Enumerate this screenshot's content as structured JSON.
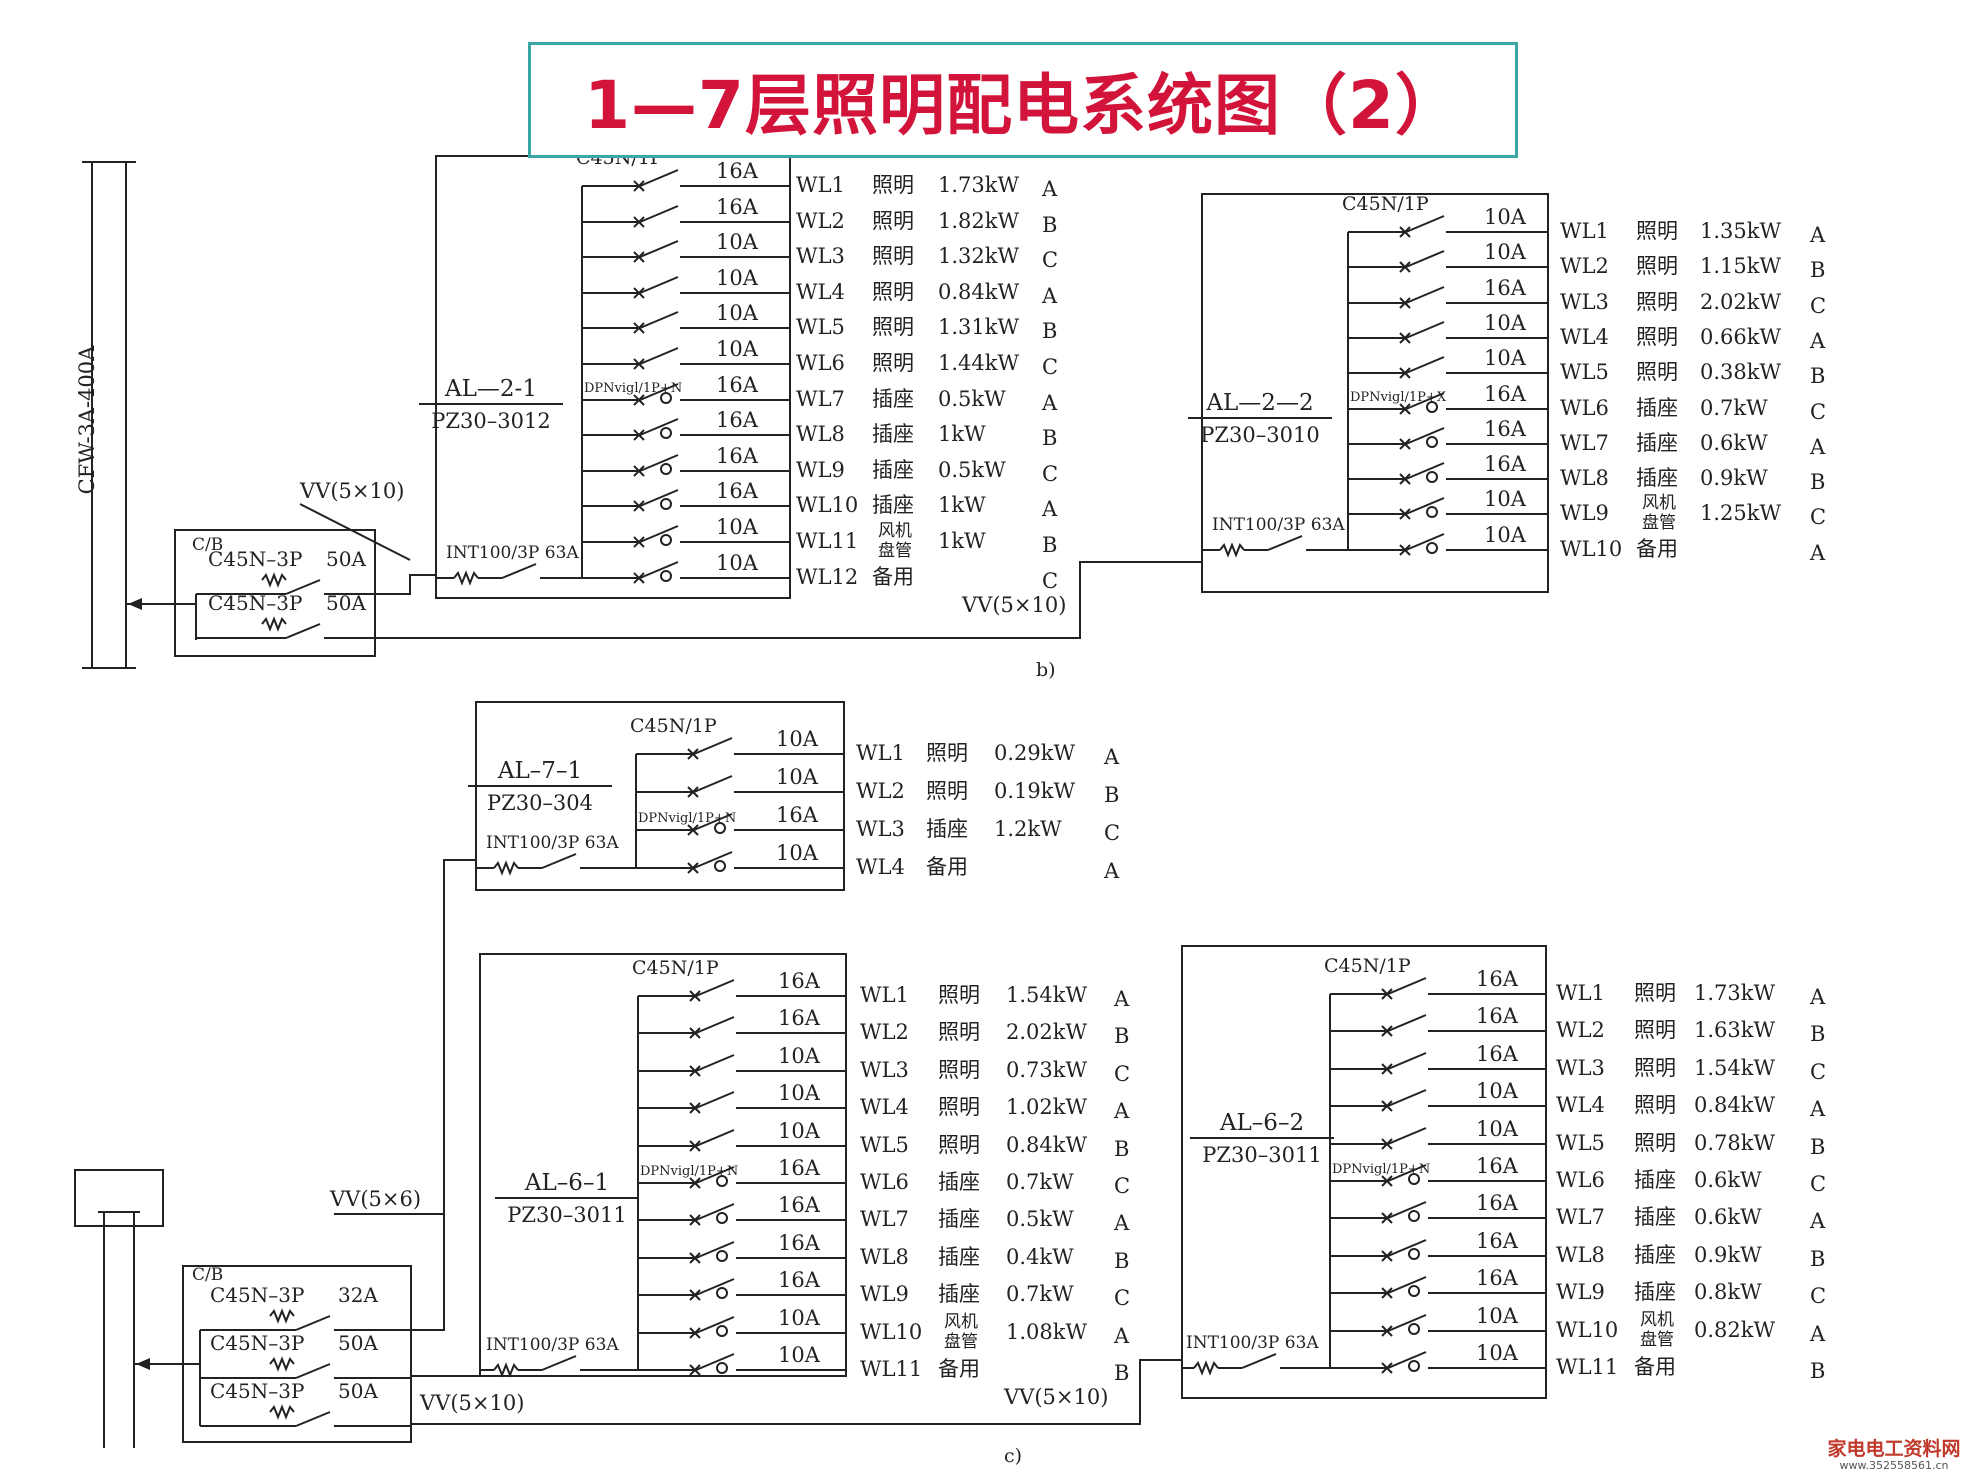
{
  "title": "1—7层照明配电系统图（2）",
  "riser_label": "CFW-3A-400A",
  "fig_b_label": "b)",
  "fig_c_label": "c)",
  "watermark": {
    "line1": "家电电工资料网",
    "line2": "www.352558561.cn"
  },
  "cb_label": "C/B",
  "main_breaker": "INT100/3P 63A",
  "c45n_1p": "C45N/1P",
  "dpn": "DPNvigl/1P+N",
  "dpn_b2": "DPNvigl/1P+X",
  "panels": [
    {
      "id": "AL-2-1",
      "name": "AL—2-1",
      "model": "PZ30–3012",
      "circuits": [
        {
          "rating": "16A",
          "wl": "WL1",
          "type": "照明",
          "load": "1.73kW",
          "phase": "A"
        },
        {
          "rating": "16A",
          "wl": "WL2",
          "type": "照明",
          "load": "1.82kW",
          "phase": "B"
        },
        {
          "rating": "10A",
          "wl": "WL3",
          "type": "照明",
          "load": "1.32kW",
          "phase": "C"
        },
        {
          "rating": "10A",
          "wl": "WL4",
          "type": "照明",
          "load": "0.84kW",
          "phase": "A"
        },
        {
          "rating": "10A",
          "wl": "WL5",
          "type": "照明",
          "load": "1.31kW",
          "phase": "B"
        },
        {
          "rating": "10A",
          "wl": "WL6",
          "type": "照明",
          "load": "1.44kW",
          "phase": "C"
        },
        {
          "rating": "16A",
          "wl": "WL7",
          "type": "插座",
          "load": "0.5kW",
          "phase": "A"
        },
        {
          "rating": "16A",
          "wl": "WL8",
          "type": "插座",
          "load": "1kW",
          "phase": "B"
        },
        {
          "rating": "16A",
          "wl": "WL9",
          "type": "插座",
          "load": "0.5kW",
          "phase": "C"
        },
        {
          "rating": "16A",
          "wl": "WL10",
          "type": "插座",
          "load": "1kW",
          "phase": "A"
        },
        {
          "rating": "10A",
          "wl": "WL11",
          "type": "风机盘管",
          "load": "1kW",
          "phase": "B"
        },
        {
          "rating": "10A",
          "wl": "WL12",
          "type": "备用",
          "load": "",
          "phase": "C"
        }
      ]
    },
    {
      "id": "AL-2-2",
      "name": "AL—2—2",
      "model": "PZ30–3010",
      "circuits": [
        {
          "rating": "10A",
          "wl": "WL1",
          "type": "照明",
          "load": "1.35kW",
          "phase": "A"
        },
        {
          "rating": "10A",
          "wl": "WL2",
          "type": "照明",
          "load": "1.15kW",
          "phase": "B"
        },
        {
          "rating": "16A",
          "wl": "WL3",
          "type": "照明",
          "load": "2.02kW",
          "phase": "C"
        },
        {
          "rating": "10A",
          "wl": "WL4",
          "type": "照明",
          "load": "0.66kW",
          "phase": "A"
        },
        {
          "rating": "10A",
          "wl": "WL5",
          "type": "照明",
          "load": "0.38kW",
          "phase": "B"
        },
        {
          "rating": "16A",
          "wl": "WL6",
          "type": "插座",
          "load": "0.7kW",
          "phase": "C"
        },
        {
          "rating": "16A",
          "wl": "WL7",
          "type": "插座",
          "load": "0.6kW",
          "phase": "A"
        },
        {
          "rating": "16A",
          "wl": "WL8",
          "type": "插座",
          "load": "0.9kW",
          "phase": "B"
        },
        {
          "rating": "10A",
          "wl": "WL9",
          "type": "风机盘管",
          "load": "1.25kW",
          "phase": "C"
        },
        {
          "rating": "10A",
          "wl": "WL10",
          "type": "备用",
          "load": "",
          "phase": "A"
        }
      ]
    },
    {
      "id": "AL-7-1",
      "name": "AL–7–1",
      "model": "PZ30–304",
      "circuits": [
        {
          "rating": "10A",
          "wl": "WL1",
          "type": "照明",
          "load": "0.29kW",
          "phase": "A"
        },
        {
          "rating": "10A",
          "wl": "WL2",
          "type": "照明",
          "load": "0.19kW",
          "phase": "B"
        },
        {
          "rating": "16A",
          "wl": "WL3",
          "type": "插座",
          "load": "1.2kW",
          "phase": "C"
        },
        {
          "rating": "10A",
          "wl": "WL4",
          "type": "备用",
          "load": "",
          "phase": "A"
        }
      ]
    },
    {
      "id": "AL-6-1",
      "name": "AL–6–1",
      "model": "PZ30–3011",
      "circuits": [
        {
          "rating": "16A",
          "wl": "WL1",
          "type": "照明",
          "load": "1.54kW",
          "phase": "A"
        },
        {
          "rating": "16A",
          "wl": "WL2",
          "type": "照明",
          "load": "2.02kW",
          "phase": "B"
        },
        {
          "rating": "10A",
          "wl": "WL3",
          "type": "照明",
          "load": "0.73kW",
          "phase": "C"
        },
        {
          "rating": "10A",
          "wl": "WL4",
          "type": "照明",
          "load": "1.02kW",
          "phase": "A"
        },
        {
          "rating": "10A",
          "wl": "WL5",
          "type": "照明",
          "load": "0.84kW",
          "phase": "B"
        },
        {
          "rating": "16A",
          "wl": "WL6",
          "type": "插座",
          "load": "0.7kW",
          "phase": "C"
        },
        {
          "rating": "16A",
          "wl": "WL7",
          "type": "插座",
          "load": "0.5kW",
          "phase": "A"
        },
        {
          "rating": "16A",
          "wl": "WL8",
          "type": "插座",
          "load": "0.4kW",
          "phase": "B"
        },
        {
          "rating": "16A",
          "wl": "WL9",
          "type": "插座",
          "load": "0.7kW",
          "phase": "C"
        },
        {
          "rating": "10A",
          "wl": "WL10",
          "type": "风机盘管",
          "load": "1.08kW",
          "phase": "A"
        },
        {
          "rating": "10A",
          "wl": "WL11",
          "type": "备用",
          "load": "",
          "phase": "B"
        }
      ]
    },
    {
      "id": "AL-6-2",
      "name": "AL–6–2",
      "model": "PZ30–3011",
      "circuits": [
        {
          "rating": "16A",
          "wl": "WL1",
          "type": "照明",
          "load": "1.73kW",
          "phase": "A"
        },
        {
          "rating": "16A",
          "wl": "WL2",
          "type": "照明",
          "load": "1.63kW",
          "phase": "B"
        },
        {
          "rating": "16A",
          "wl": "WL3",
          "type": "照明",
          "load": "1.54kW",
          "phase": "C"
        },
        {
          "rating": "10A",
          "wl": "WL4",
          "type": "照明",
          "load": "0.84kW",
          "phase": "A"
        },
        {
          "rating": "10A",
          "wl": "WL5",
          "type": "照明",
          "load": "0.78kW",
          "phase": "B"
        },
        {
          "rating": "16A",
          "wl": "WL6",
          "type": "插座",
          "load": "0.6kW",
          "phase": "C"
        },
        {
          "rating": "16A",
          "wl": "WL7",
          "type": "插座",
          "load": "0.6kW",
          "phase": "A"
        },
        {
          "rating": "16A",
          "wl": "WL8",
          "type": "插座",
          "load": "0.9kW",
          "phase": "B"
        },
        {
          "rating": "16A",
          "wl": "WL9",
          "type": "插座",
          "load": "0.8kW",
          "phase": "C"
        },
        {
          "rating": "10A",
          "wl": "WL10",
          "type": "风机盘管",
          "load": "0.82kW",
          "phase": "A"
        },
        {
          "rating": "10A",
          "wl": "WL11",
          "type": "备用",
          "load": "",
          "phase": "B"
        }
      ]
    }
  ],
  "cb_b": [
    {
      "label": "C45N–3P",
      "rating": "50A"
    },
    {
      "label": "C45N–3P",
      "rating": "50A"
    }
  ],
  "cb_c": [
    {
      "label": "C45N–3P",
      "rating": "32A"
    },
    {
      "label": "C45N–3P",
      "rating": "50A"
    },
    {
      "label": "C45N–3P",
      "rating": "50A"
    }
  ],
  "cables": {
    "b_top": "VV(5×10)",
    "b_bottom": "VV(5×10)",
    "c_upper": "VV(5×6)",
    "c_lower": "VV(5×10)",
    "c_right": "VV(5×10)"
  }
}
